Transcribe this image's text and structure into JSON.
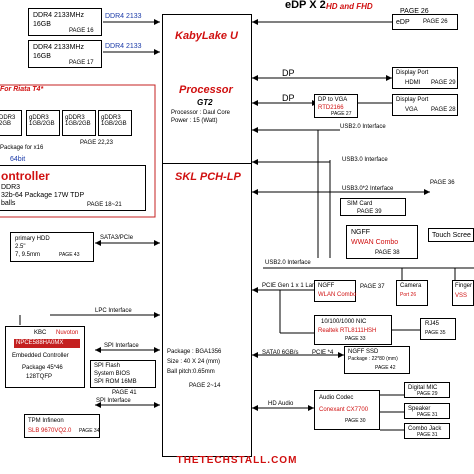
{
  "edp_header": {
    "title": "eDP X 2",
    "note": "HD and FHD",
    "page": "PAGE 26"
  },
  "memory": {
    "dimm1": {
      "type": "DDR4 2133MHz",
      "size": "16GB",
      "page": "PAGE 16"
    },
    "dimm2": {
      "type": "DDR4 2133MHz",
      "size": "16GB",
      "page": "PAGE 17"
    },
    "bus": "DDR4 2133"
  },
  "cpu": {
    "name": "KabyLake U",
    "processor_label": "Processor",
    "gt": "GT2",
    "core": "Processor : Daul Core",
    "power": "Power : 15 (Watt)",
    "pch": "SKL PCH-LP",
    "package": "Package : BGA1356",
    "size": "Size : 40 X 24 (mm)",
    "ball": "Ball pitch:0.65mm",
    "page": "PAGE 2~14"
  },
  "gpu": {
    "riata_note": "For Riata T4*",
    "gddr": [
      "DDR3 2GB",
      "gDDR3 1GB/2GB",
      "gDDR3 1GB/2GB",
      "gDDR3 1GB/2GB"
    ],
    "pages": "PAGE 22,23",
    "x16": "Package for x16",
    "bit64": "64bit",
    "controller": "ontroller",
    "d1": "DDR3",
    "d2": "32b-64 Package 17W TDP",
    "d3": "balls",
    "page": "PAGE 18~21"
  },
  "right": {
    "edp": {
      "name": "eDP",
      "page": "PAGE 26"
    },
    "dp_label": "DP",
    "dp_port": {
      "name": "Display Port",
      "sub": "HDMI",
      "page": "PAGE 29"
    },
    "dp_vga": {
      "name": "DP to VGA",
      "chip": "RTD2166",
      "page": "PAGE 27"
    },
    "vga": {
      "name": "Display Port",
      "sub": "VGA",
      "page": "PAGE 28"
    },
    "usb2": "USB2.0 Interface",
    "usb3": "USB3.0 Interface",
    "usb3x2": "USB3.0*2 Interface",
    "usb3x2_page": "PAGE 36",
    "sim": {
      "name": "SIM Card",
      "page": "PAGE 39"
    },
    "ngff_wwan": {
      "name": "NGFF",
      "chip": "WWAN Combo",
      "page": "PAGE 38"
    },
    "touch": "Touch Scree",
    "usb20_left": "USB2.0 Interface",
    "pcie_x1": "PCIE Gen 1 x 1 Lane",
    "ngff_wlan": {
      "name": "NGFF",
      "chip": "WLAN Combo",
      "page": "PAGE 37"
    },
    "camera": {
      "name": "Camera",
      "page": "Port 26"
    },
    "finger": {
      "name": "Finger",
      "chip": "VSS"
    },
    "lan": {
      "name": "10/100/1000 NIC",
      "chip": "Realtek RTL8111HSH",
      "page": "PAGE 33"
    },
    "rj45": {
      "name": "RJ45",
      "page": "PAGE 35"
    },
    "sata": "SATA0 6GB/s",
    "pcie_x4": "PCIE *4",
    "ngff_ssd": {
      "name": "NGFF SSD",
      "pkg": "Package : 22*80 (mm)",
      "page": "PAGE 42"
    },
    "hd_audio": "HD Audio",
    "audio": {
      "name": "Audio Codec",
      "chip": "Conexant CX7700",
      "page": "PAGE 30"
    },
    "mic": {
      "name": "Digital MIC",
      "page": "PAGE 29"
    },
    "speaker": {
      "name": "Speaker",
      "page": "PAGE 31"
    },
    "jack": {
      "name": "Combo Jack",
      "page": "PAGE 31"
    }
  },
  "left": {
    "hdd": {
      "name": "primary HDD",
      "l1": "2.5\"",
      "l2": "7, 9.5mm",
      "page": "PAGE 43"
    },
    "sata_pcie": "SATA3/PCIe",
    "lpc": "LPC Interface",
    "kbc": {
      "name": "KBC",
      "vendor": "Nuvoton",
      "chip": "NPCE588HA0MX",
      "l1": "Embedded Controller",
      "l2": "Package 45*46",
      "l3": "128TQFP"
    },
    "spi_if": "SPI Interface",
    "spi_flash": {
      "name": "SPI Flash",
      "l1": "System BIOS",
      "l2": "SPI ROM 16MB",
      "page": "PAGE 41"
    },
    "spi_if2": "SPI Interface",
    "tpm": {
      "name": "TPM Infineon",
      "chip": "SLB 9670VQ2.0",
      "page": "PAGE 34"
    }
  },
  "watermark": "THETECHSTALL.COM"
}
